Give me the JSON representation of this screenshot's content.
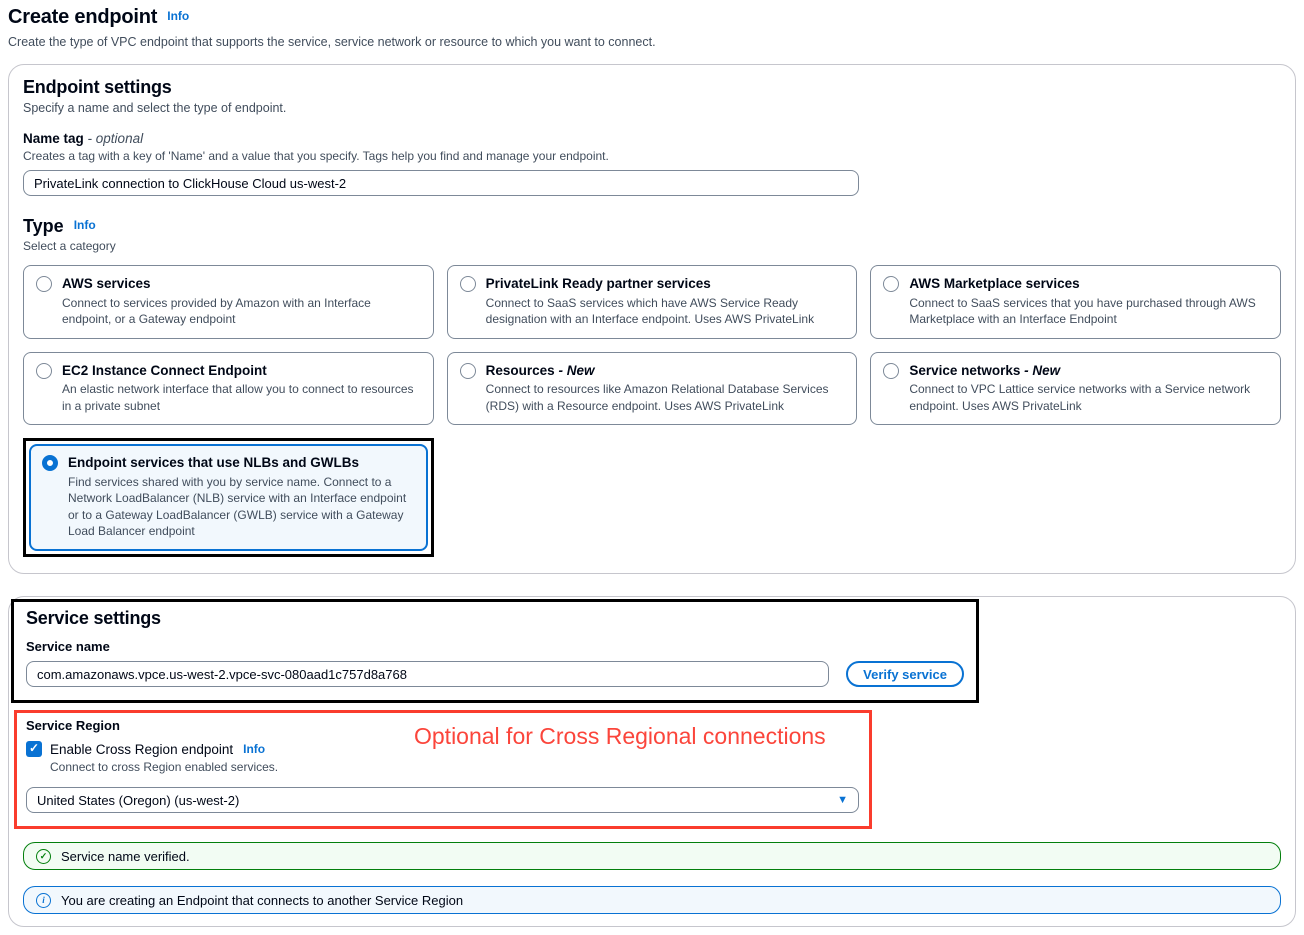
{
  "page": {
    "title": "Create endpoint",
    "title_info": "Info",
    "subtitle": "Create the type of VPC endpoint that supports the service, service network or resource to which you want to connect."
  },
  "endpoint_settings": {
    "heading": "Endpoint settings",
    "description": "Specify a name and select the type of endpoint.",
    "name_tag": {
      "label": "Name tag",
      "optional": "- optional",
      "hint": "Creates a tag with a key of 'Name' and a value that you specify. Tags help you find and manage your endpoint.",
      "value": "PrivateLink connection to ClickHouse Cloud us-west-2"
    },
    "type_section": {
      "label": "Type",
      "info": "Info",
      "hint": "Select a category",
      "options": [
        {
          "title": "AWS services",
          "suffix": "",
          "description": "Connect to services provided by Amazon with an Interface endpoint, or a Gateway endpoint",
          "selected": false
        },
        {
          "title": "PrivateLink Ready partner services",
          "suffix": "",
          "description": "Connect to SaaS services which have AWS Service Ready designation with an Interface endpoint. Uses AWS PrivateLink",
          "selected": false
        },
        {
          "title": "AWS Marketplace services",
          "suffix": "",
          "description": "Connect to SaaS services that you have purchased through AWS Marketplace with an Interface Endpoint",
          "selected": false
        },
        {
          "title": "EC2 Instance Connect Endpoint",
          "suffix": "",
          "description": "An elastic network interface that allow you to connect to resources in a private subnet",
          "selected": false
        },
        {
          "title": "Resources",
          "suffix": "- New",
          "description": "Connect to resources like Amazon Relational Database Services (RDS) with a Resource endpoint. Uses AWS PrivateLink",
          "selected": false
        },
        {
          "title": "Service networks",
          "suffix": "- New",
          "description": "Connect to VPC Lattice service networks with a Service network endpoint. Uses AWS PrivateLink",
          "selected": false
        },
        {
          "title": "Endpoint services that use NLBs and GWLBs",
          "suffix": "",
          "description": "Find services shared with you by service name. Connect to a Network LoadBalancer (NLB) service with an Interface endpoint or to a Gateway LoadBalancer (GWLB) service with a Gateway Load Balancer endpoint",
          "selected": true
        }
      ]
    }
  },
  "service_settings": {
    "heading": "Service settings",
    "service_name": {
      "label": "Service name",
      "value": "com.amazonaws.vpce.us-west-2.vpce-svc-080aad1c757d8a768",
      "verify_button": "Verify service"
    },
    "service_region": {
      "label": "Service Region",
      "checkbox_label": "Enable Cross Region endpoint",
      "info": "Info",
      "checkbox_checked": true,
      "checkbox_hint": "Connect to cross Region enabled services.",
      "region_value": "United States (Oregon) (us-west-2)"
    },
    "alerts": {
      "success": "Service name verified.",
      "info": "You are creating an Endpoint that connects to another Service Region"
    }
  },
  "annotations": {
    "cross_region_note": "Optional for Cross Regional connections",
    "note_color": "#fb453b",
    "frame_red": "#fa3c2d",
    "frame_black": "#000000"
  },
  "colors": {
    "accent_blue": "#0972d3",
    "success_green": "#037f0c",
    "text_primary": "#000716",
    "text_secondary": "#414d5c",
    "input_border": "#7d8998",
    "selected_tile_bg": "#f2f8fd"
  }
}
